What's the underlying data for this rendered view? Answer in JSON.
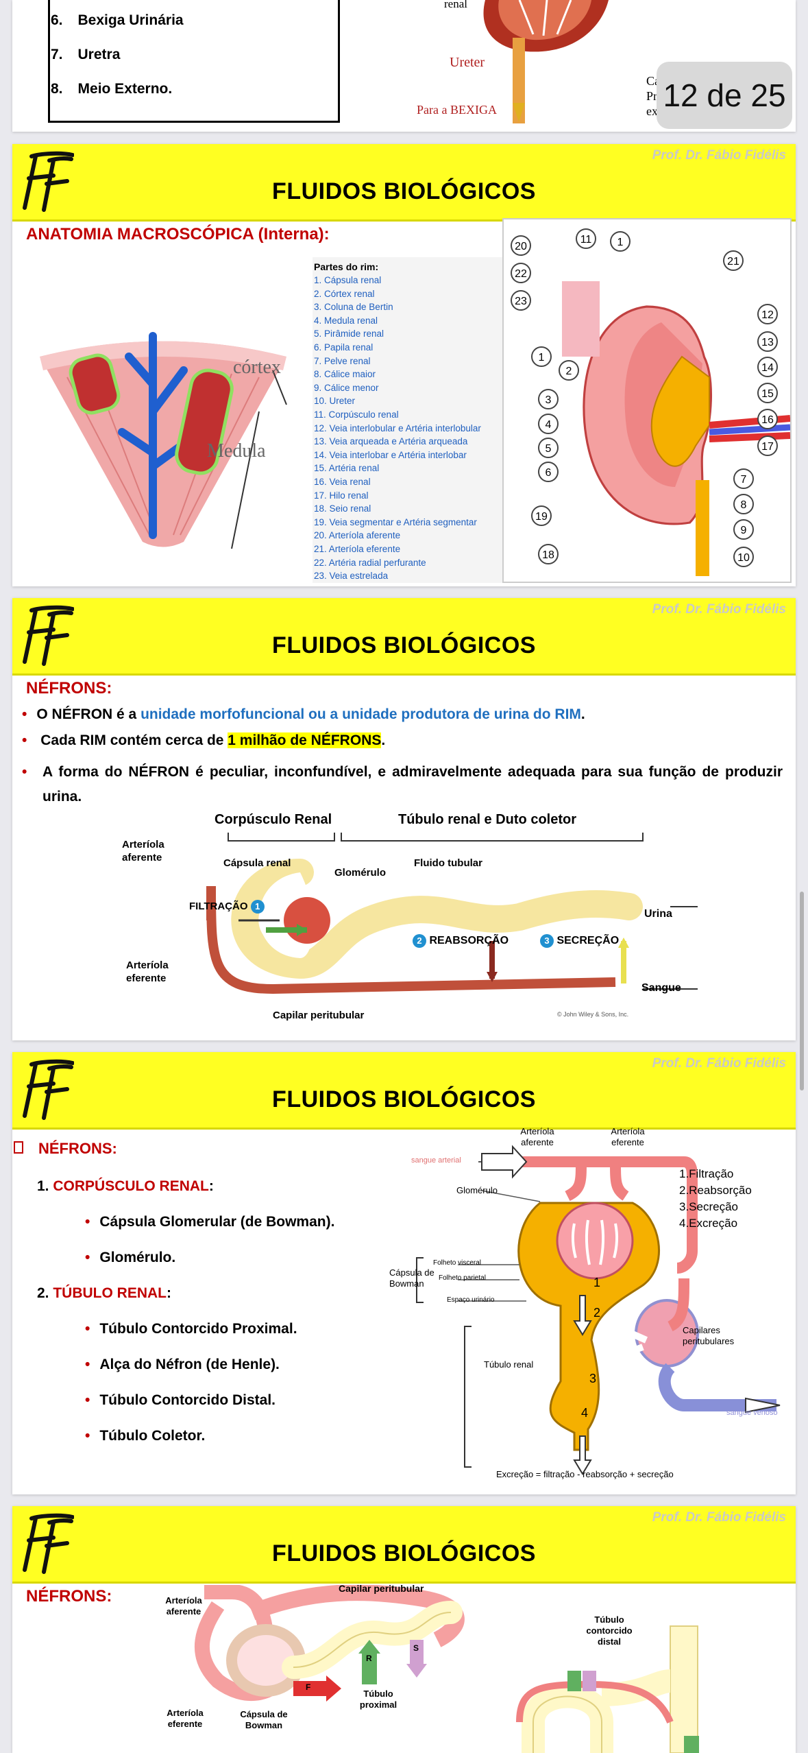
{
  "slide1": {
    "list": [
      {
        "num": "6.",
        "text": "Bexiga Urinária "
      },
      {
        "num": "7.",
        "text": "Uretra "
      },
      {
        "num": "8.",
        "text": "Meio Externo."
      }
    ],
    "labels": {
      "renal": "renal",
      "ureter": "Ureter",
      "para_bexiga": "Para a BEXIGA",
      "cap": "Cáp",
      "prot": "Prot",
      "exte": "exte"
    }
  },
  "page_indicator": "12 de 25",
  "header": {
    "prof": "Prof. Dr. Fábio Fidélis",
    "title": "FLUIDOS BIOLÓGICOS"
  },
  "slide2": {
    "heading": "ANATOMIA MACROSCÓPICA (Interna):",
    "cortex": "córtex",
    "medula": "Medula",
    "parts_title": "Partes do rim:",
    "parts": [
      "1. Cápsula renal",
      "2. Córtex renal",
      "3. Coluna de Bertin",
      "4. Medula renal",
      "5. Pirâmide renal",
      "6. Papila renal",
      "7. Pelve renal",
      "8. Cálice maior",
      "9. Cálice menor",
      "10. Ureter",
      "11. Corpúsculo renal",
      "12. Veia interlobular e Artéria interlobular",
      "13. Veia arqueada e Artéria arqueada",
      "14. Veia interlobar e Artéria interlobar",
      "15. Artéria renal",
      "16. Veia renal",
      "17. Hilo renal",
      "18. Seio renal",
      "19. Veia segmentar e Artéria segmentar",
      "20. Arteríola aferente",
      "21. Arteríola eferente",
      "22. Artéria radial perfurante",
      "23. Veia estrelada"
    ],
    "circle_numbers": [
      "20",
      "11",
      "1",
      "21",
      "22",
      "23",
      "12",
      "13",
      "1",
      "2",
      "14",
      "3",
      "15",
      "4",
      "16",
      "5",
      "17",
      "6",
      "7",
      "8",
      "19",
      "9",
      "18",
      "10"
    ]
  },
  "slide3": {
    "heading": "NÉFRONS:",
    "b1_pre": "O NÉFRON é a ",
    "b1_blue": "unidade morfofuncional ou a unidade produtora de urina do RIM",
    "b2_pre": "Cada RIM contém cerca de ",
    "b2_hl": "1 milhão de NÉFRONS",
    "b3": "A forma do NÉFRON é peculiar, inconfundível, e admiravelmente adequada para sua função de produzir urina.",
    "diagram": {
      "corpusculo": "Corpúsculo Renal",
      "tubulo": "Túbulo renal e Duto coletor",
      "art_af": "Arteríola aferente",
      "capsula": "Cápsula renal",
      "glomerulo": "Glomérulo",
      "fluido": "Fluido tubular",
      "filtracao": "FILTRAÇÃO",
      "n1": "1",
      "reabsorcao": "REABSORÇÃO",
      "n2": "2",
      "secrecao": "SECREÇÃO",
      "n3": "3",
      "urina": "Urina",
      "art_ef": "Arteríola eferente",
      "sangue": "Sangue",
      "capilar": "Capilar peritubular",
      "copy": "© John Wiley & Sons, Inc."
    }
  },
  "slide4": {
    "heading": "NÉFRONS:",
    "i1_num": "1. ",
    "i1": "CORPÚSCULO RENAL",
    "i1_subs": [
      "Cápsula Glomerular (de Bowman).",
      "Glomérulo."
    ],
    "i2_num": "2. ",
    "i2": "TÚBULO RENAL",
    "i2_subs": [
      "Túbulo Contorcido Proximal.",
      "Alça do Néfron (de Henle).",
      "Túbulo Contorcido Distal.",
      "Túbulo Coletor."
    ],
    "diagram": {
      "art_af": "Arteríola aferente",
      "art_ef": "Arteríola eferente",
      "sangue_arterial": "sangue arterial",
      "glomerulo": "Glomérulo",
      "steps": [
        "1.Filtração",
        "2.Reabsorção",
        "3.Secreção",
        "4.Excreção"
      ],
      "folheto_v": "Folheto visceral",
      "folheto_p": "Folheto parietal",
      "capsula": "Cápsula de Bowman",
      "espaco": "Espaço urinário",
      "tubulo": "Túbulo renal",
      "capilares": "Capilares peritubulares",
      "sangue_venoso": "sangue venoso",
      "formula": "Excreção = filtração - reabsorção + secreção",
      "n1": "1",
      "n2": "2",
      "n3": "3",
      "n4": "4"
    }
  },
  "slide5": {
    "heading": "NÉFRONS:",
    "labels": {
      "capilar": "Capilar peritubular",
      "art_af": "Arteríola aferente",
      "art_ef": "Arteríola eferente",
      "capsula": "Cápsula de Bowman",
      "tubulo_prox": "Túbulo proximal",
      "tubulo_dist": "Túbulo contorcido distal",
      "F": "F",
      "R": "R",
      "S": "S"
    }
  },
  "colors": {
    "yellow": "#ffff22",
    "red": "#c00000",
    "blue": "#1f5fbf",
    "highlight": "#ffff00"
  }
}
